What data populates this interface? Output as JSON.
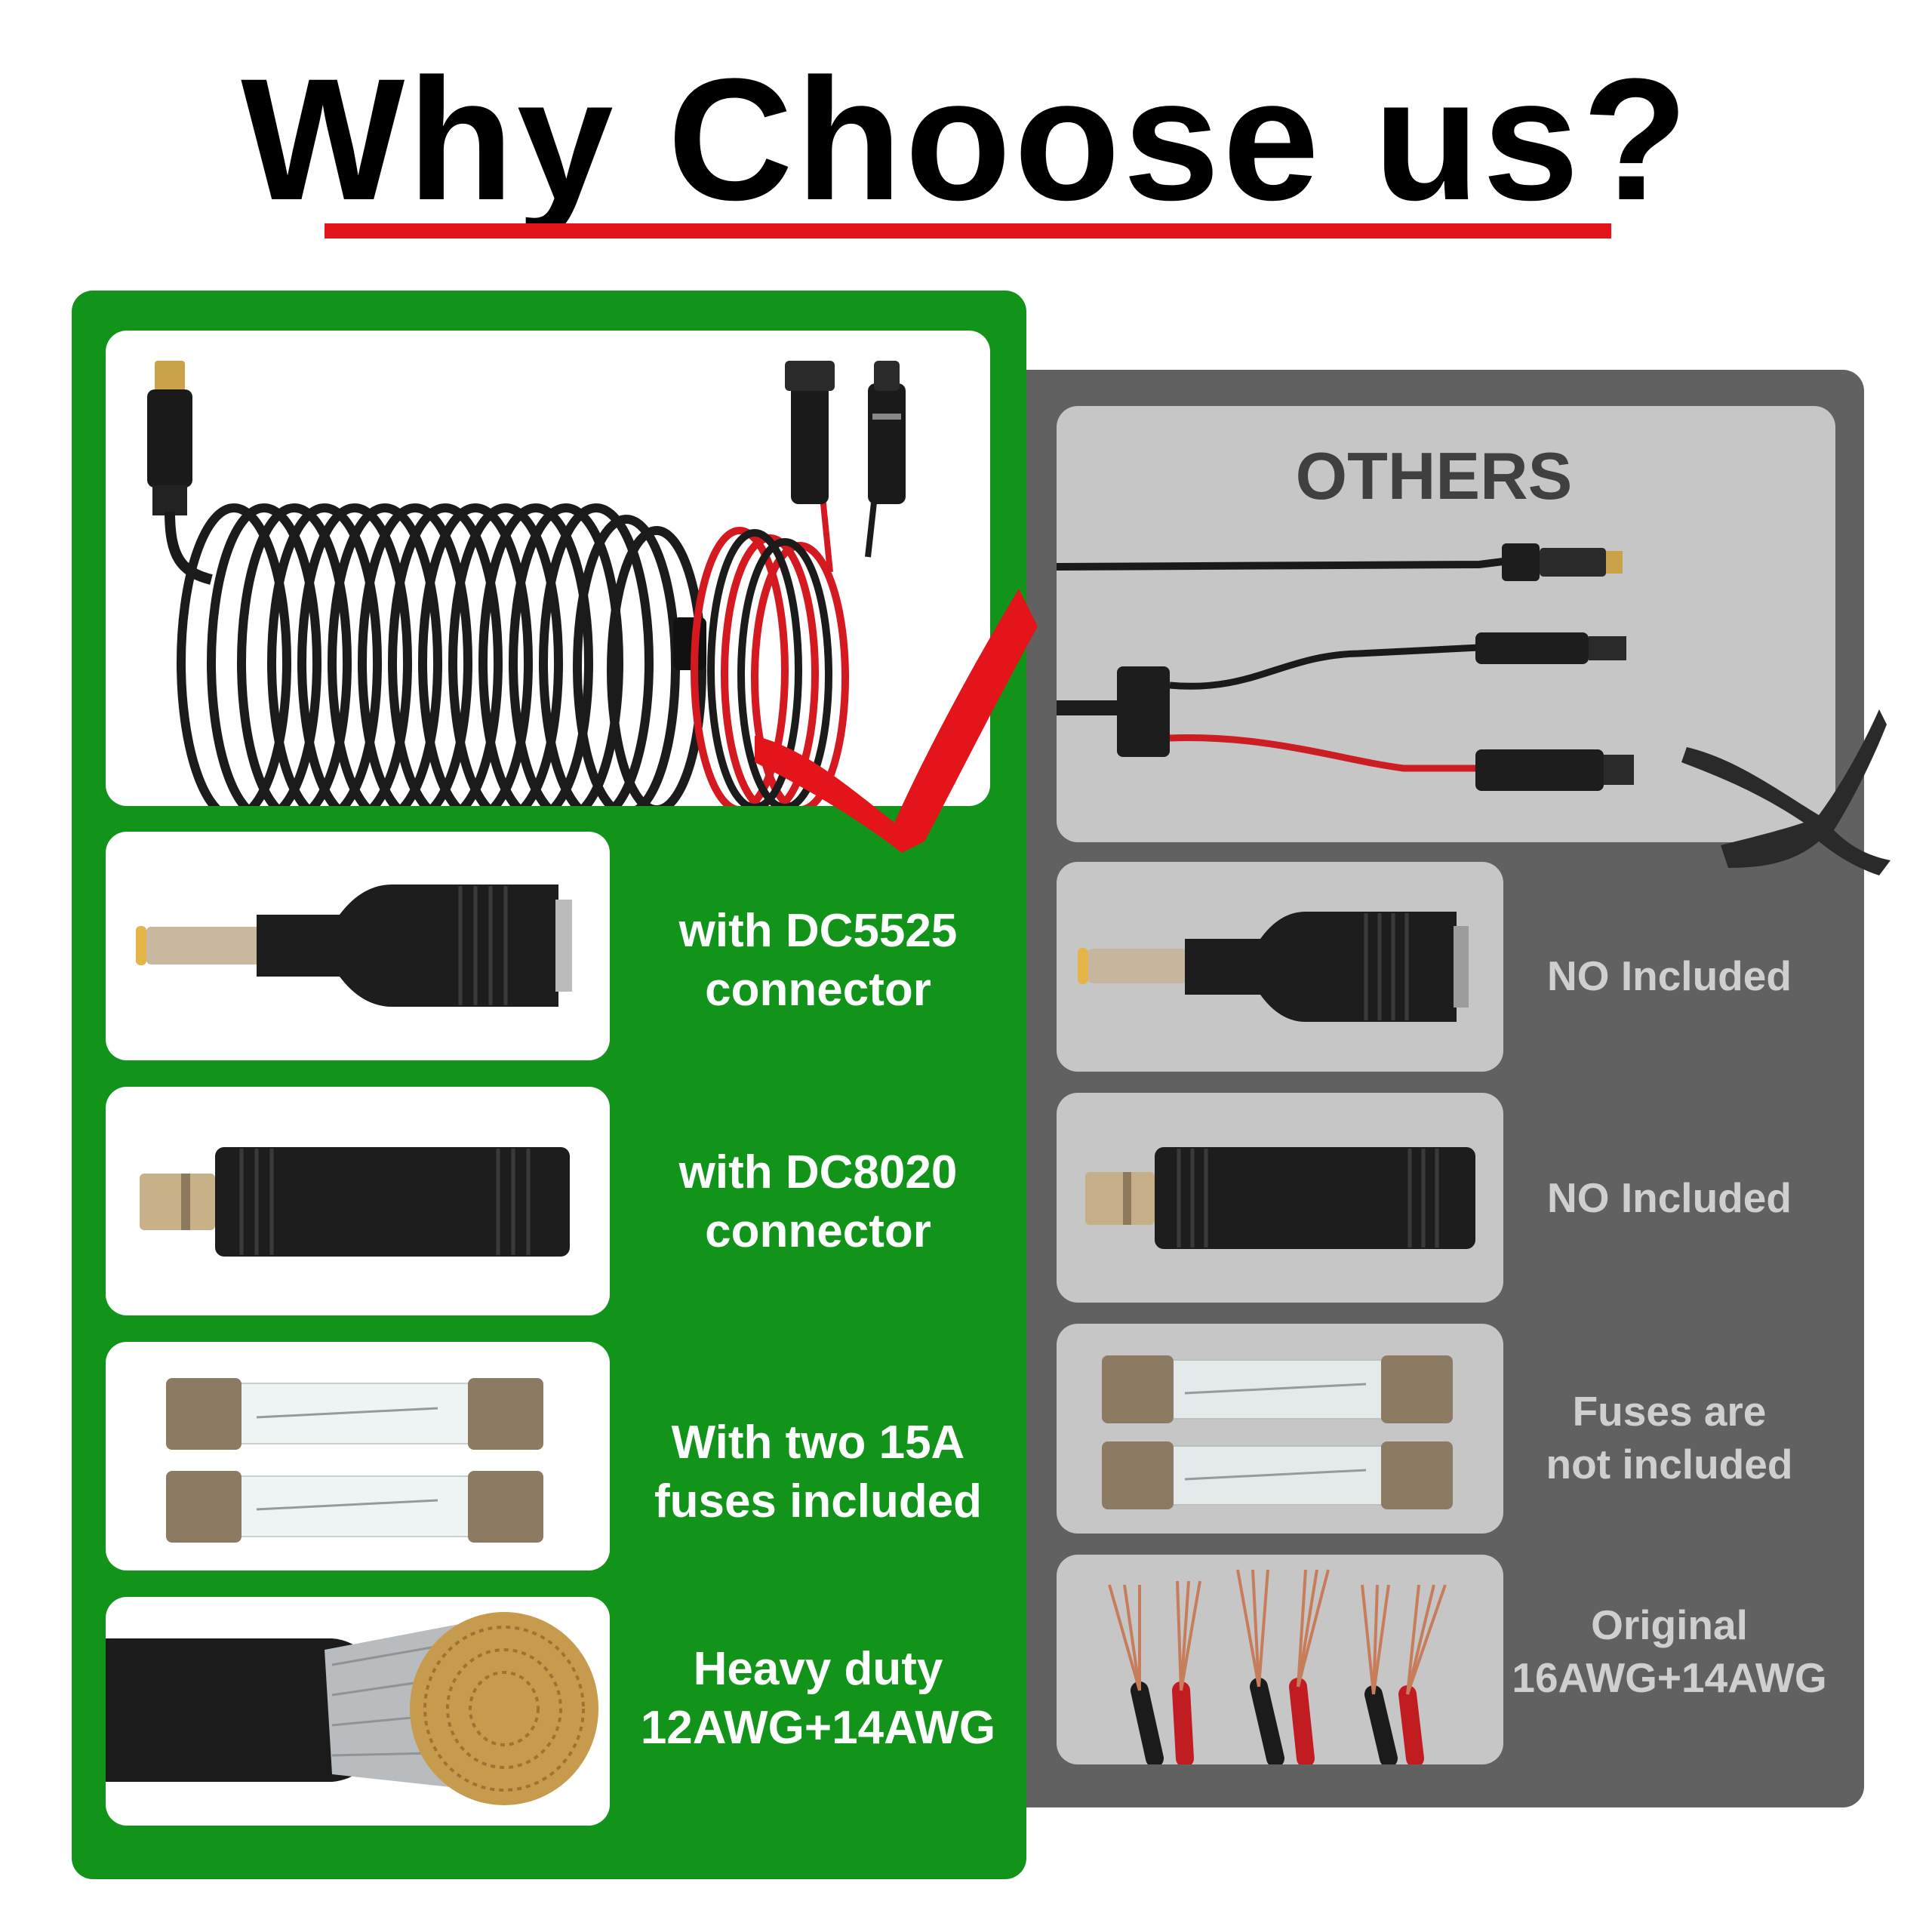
{
  "title": "Why Choose us?",
  "colors": {
    "accent_red": "#e3141a",
    "brand_green": "#12941b",
    "panel_gray": "#616161",
    "card_gray": "#c6c6c6"
  },
  "ours": {
    "rows": [
      {
        "label": "with DC5525\nconnector",
        "image": "dc5525-connector"
      },
      {
        "label": "with DC8020\nconnector",
        "image": "dc8020-connector"
      },
      {
        "label": "With two 15A\nfuses included",
        "image": "fuses"
      },
      {
        "label": "Heavy duty\n12AWG+14AWG",
        "image": "cable-cross-section"
      }
    ]
  },
  "others": {
    "title": "OTHERS",
    "rows": [
      {
        "label": "NO Included",
        "image": "dc5525-connector"
      },
      {
        "label": "NO Included",
        "image": "dc8020-connector"
      },
      {
        "label": "Fuses are\nnot included",
        "image": "fuses"
      },
      {
        "label": "Original\n16AWG+14AWG",
        "image": "wires"
      }
    ]
  }
}
